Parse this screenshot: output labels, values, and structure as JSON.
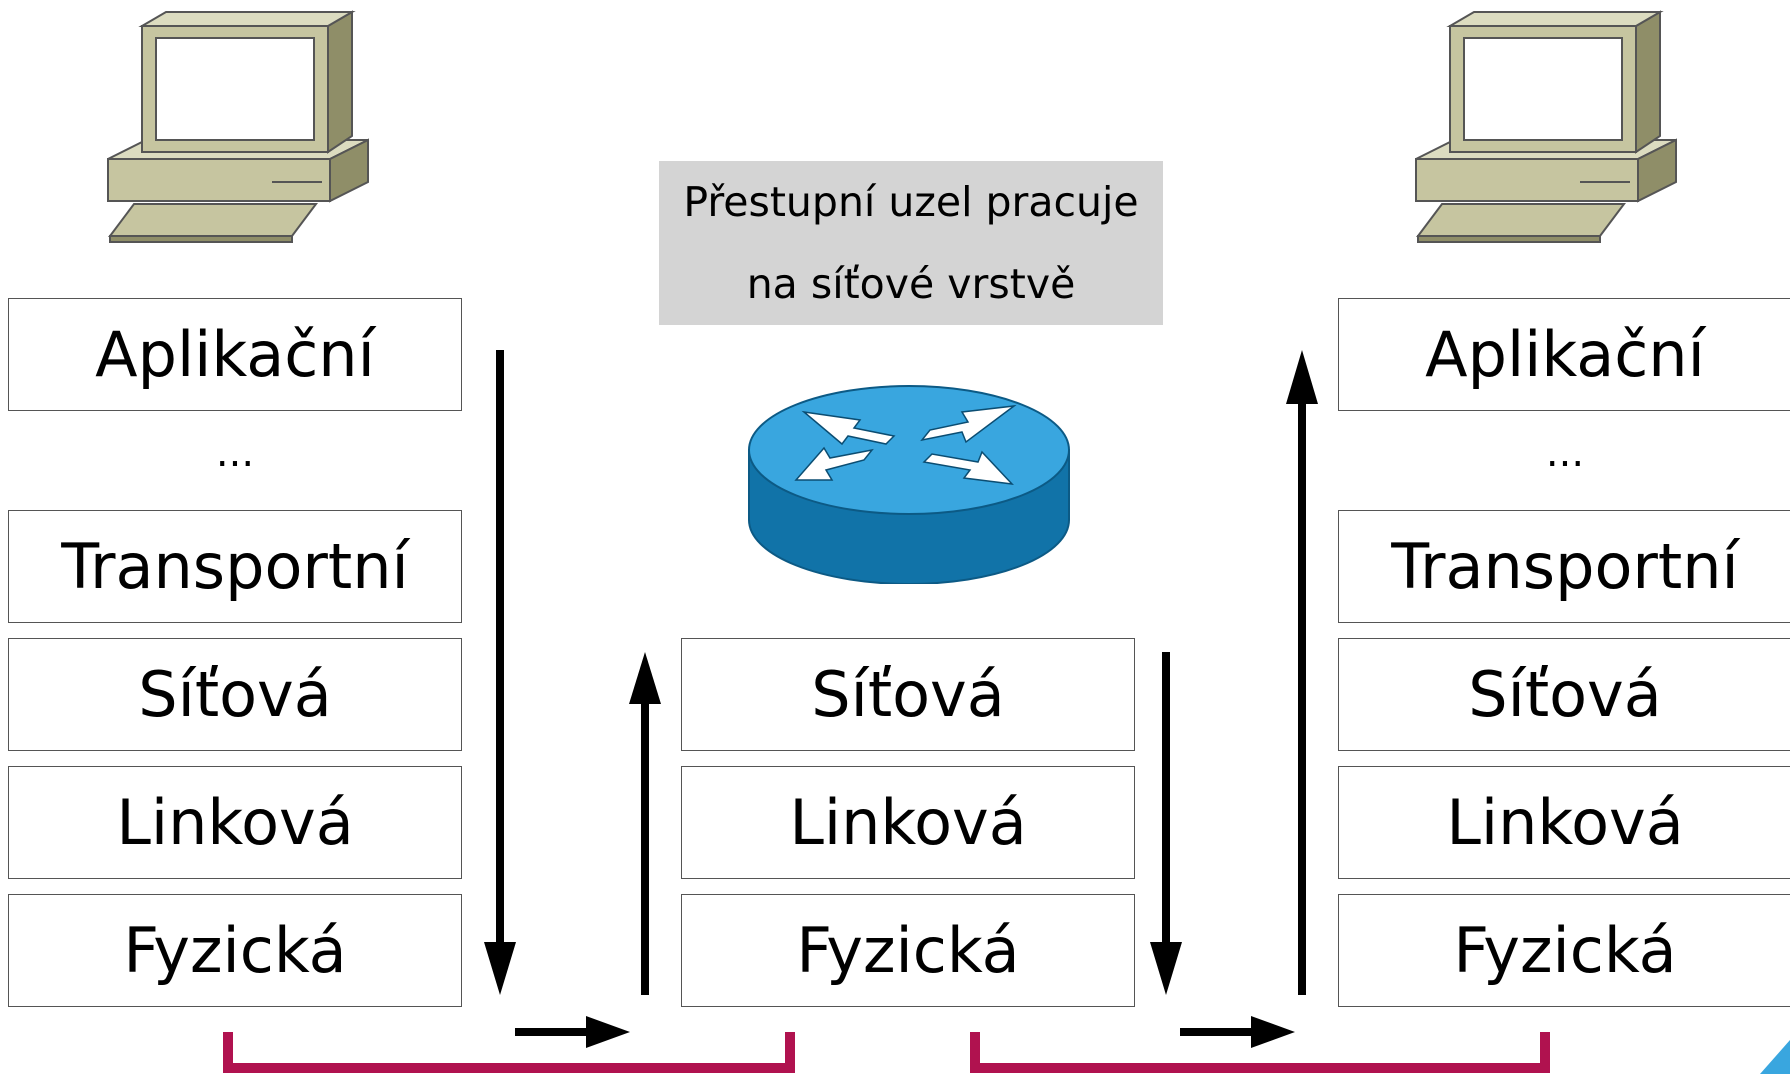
{
  "note": {
    "line1": "Přestupní uzel pracuje",
    "line2": "na síťové vrstvě"
  },
  "left_stack": {
    "layers": [
      "Aplikační",
      "...",
      "Transportní",
      "Síťová",
      "Linková",
      "Fyzická"
    ]
  },
  "middle_stack": {
    "layers": [
      "Síťová",
      "Linková",
      "Fyzická"
    ]
  },
  "right_stack": {
    "layers": [
      "Aplikační",
      "...",
      "Transportní",
      "Síťová",
      "Linková",
      "Fyzická"
    ]
  },
  "icons": {
    "left_computer": "computer-icon",
    "right_computer": "computer-icon",
    "router": "router-icon"
  },
  "colors": {
    "link_line": "#b0124f",
    "router_top": "#39a6df",
    "router_side": "#1173a8",
    "computer": "#c6c5a0",
    "note_bg": "#d4d4d4"
  }
}
